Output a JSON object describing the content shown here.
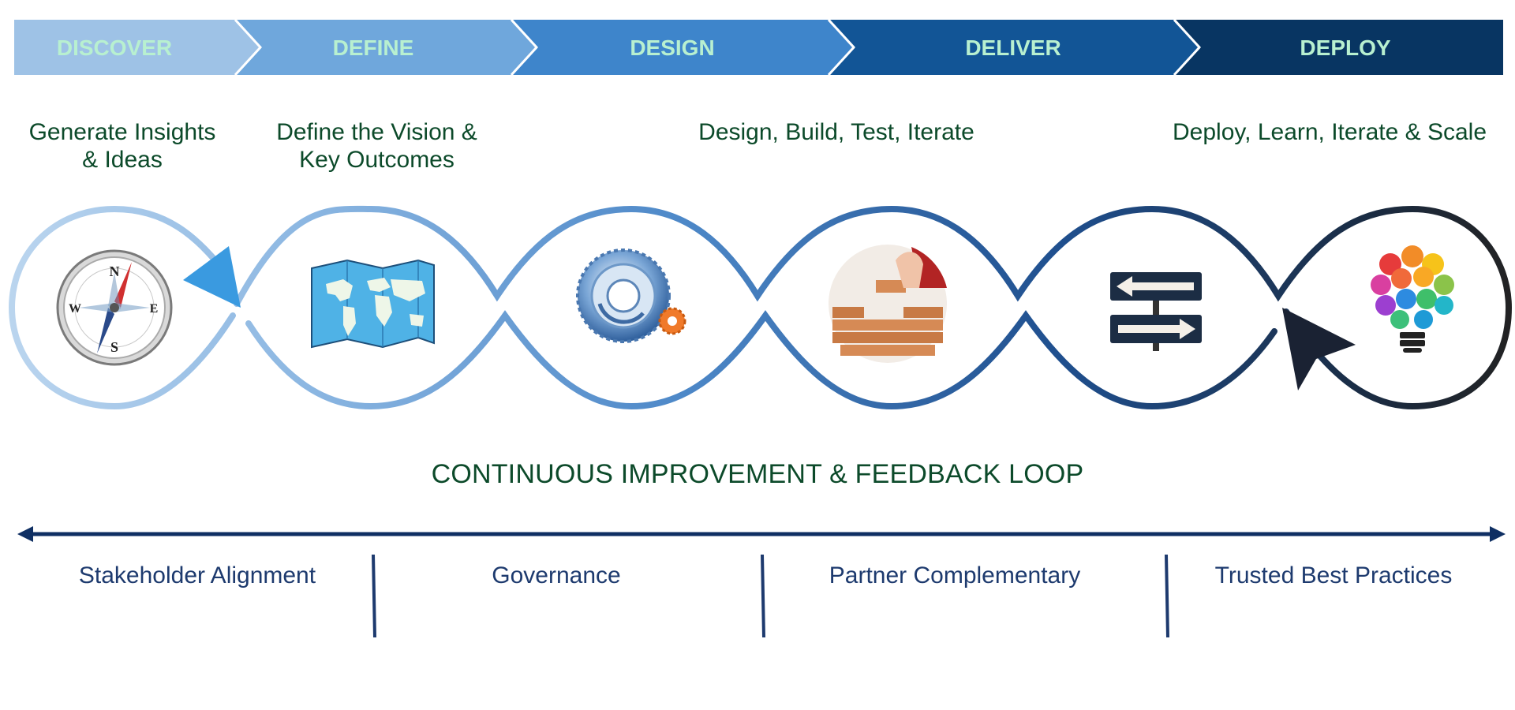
{
  "phases": [
    {
      "label": "DISCOVER",
      "color": "#9ec2e6"
    },
    {
      "label": "DEFINE",
      "color": "#6fa7dc"
    },
    {
      "label": "DESIGN",
      "color": "#3e85cb"
    },
    {
      "label": "DELIVER",
      "color": "#125596"
    },
    {
      "label": "DEPLOY",
      "color": "#083562"
    }
  ],
  "phase_label_color": "#b8f0d0",
  "descriptions": [
    "Generate Insights\n& Ideas",
    "Define the Vision &\nKey Outcomes",
    "Design, Build, Test, Iterate",
    "Deploy, Learn, Iterate & Scale"
  ],
  "icons": [
    "compass-icon",
    "world-map-icon",
    "gear-icon",
    "bricks-icon",
    "direction-signs-icon",
    "lightbulb-icon"
  ],
  "loop_title": "CONTINUOUS IMPROVEMENT & FEEDBACK LOOP",
  "pillars": [
    "Stakeholder Alignment",
    "Governance",
    "Partner Complementary",
    "Trusted Best Practices"
  ],
  "colors": {
    "text_green": "#0c4a2a",
    "pillar_text": "#1d3a6e",
    "axis": "#0f2f63"
  }
}
